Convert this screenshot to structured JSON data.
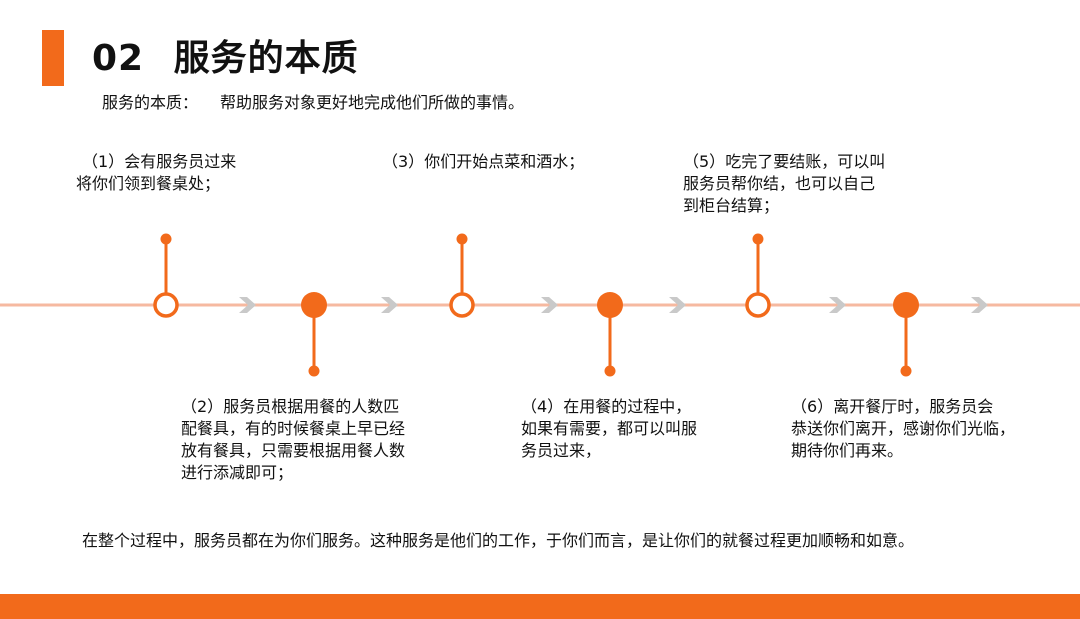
{
  "header": {
    "number": "02",
    "title": "服务的本质"
  },
  "definition": {
    "label": "服务的本质：",
    "content": "帮助服务对象更好地完成他们所做的事情。"
  },
  "steps": [
    {
      "number": "（1）",
      "lines": [
        "会有服务员过来",
        "将你们领到餐桌处；"
      ]
    },
    {
      "number": "（2）",
      "lines": [
        "服务员根据用餐的人数匹",
        "配餐具，有的时候餐桌上早已经",
        "放有餐具，只需要根据用餐人数",
        "进行添减即可；"
      ]
    },
    {
      "number": "（3）",
      "lines": [
        "你们开始点菜和酒水；"
      ]
    },
    {
      "number": "（4）",
      "lines": [
        "在用餐的过程中，",
        "如果有需要，都可以叫服",
        "务员过来，"
      ]
    },
    {
      "number": "（5）",
      "lines": [
        "吃完了要结账，可以叫",
        "服务员帮你结，也可以自己",
        "到柜台结算；"
      ]
    },
    {
      "number": "（6）",
      "lines": [
        "离开餐厅时，服务员会",
        "恭送你们离开，感谢你们光临，",
        "期待你们再来。"
      ]
    }
  ],
  "summary": "在整个过程中，服务员都在为你们服务。这种服务是他们的工作，于你们而言，是让你们的就餐过程更加顺畅和如意。",
  "colors": {
    "accent": "#f26a1b",
    "timeline_line": "#f6b9a0",
    "chevron": "#c9c9c9"
  }
}
